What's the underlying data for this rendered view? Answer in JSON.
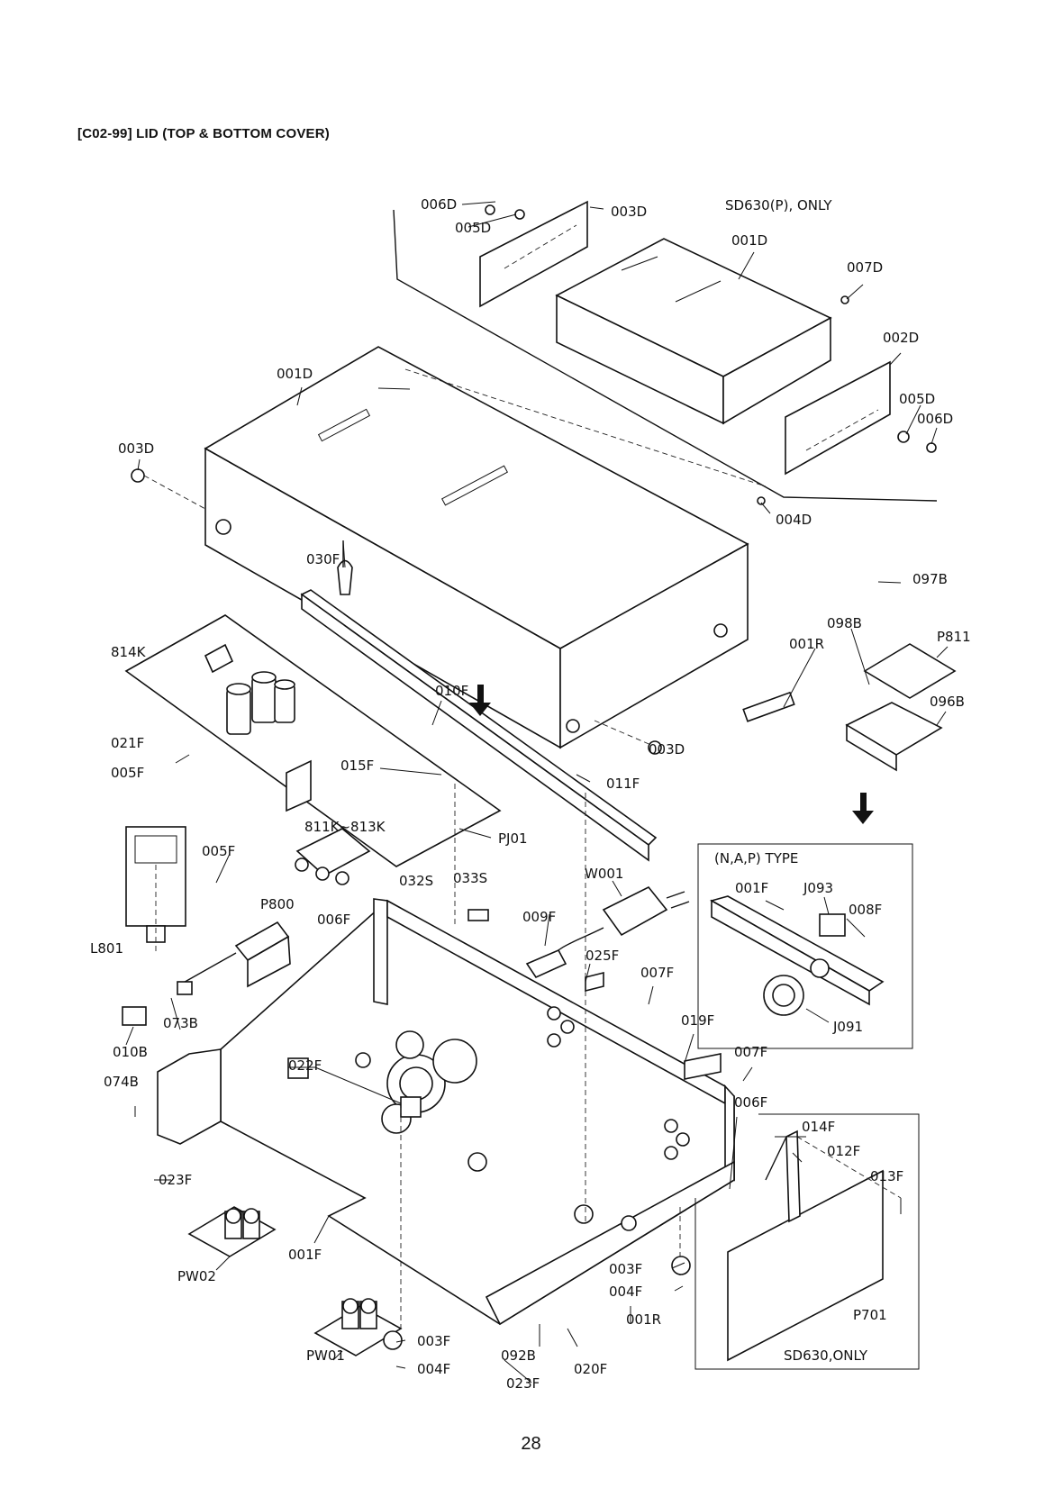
{
  "heading": "[C02-99] LID (TOP & BOTTOM COVER)",
  "page_number": "28",
  "notes": {
    "sd630p_only": "SD630(P), ONLY",
    "nap_type": "(N,A,P) TYPE",
    "sd630_only": "SD630,ONLY"
  },
  "labels": {
    "006D_a": "006D",
    "005D_a": "005D",
    "003D_a": "003D",
    "001D_a": "001D",
    "007D": "007D",
    "002D": "002D",
    "005D_b": "005D",
    "006D_b": "006D",
    "001D_b": "001D",
    "003D_b": "003D",
    "004D": "004D",
    "030F": "030F",
    "097B": "097B",
    "098B": "098B",
    "P811": "P811",
    "001R_a": "001R",
    "096B": "096B",
    "814K": "814K",
    "010F": "010F",
    "021F": "021F",
    "005F_a": "005F",
    "015F": "015F",
    "003D_c": "003D",
    "011F": "011F",
    "811K_813K": "811K~813K",
    "PJ01": "PJ01",
    "005F_b": "005F",
    "032S": "032S",
    "033S": "033S",
    "W001": "W001",
    "P800": "P800",
    "006F_a": "006F",
    "009F": "009F",
    "L801": "L801",
    "025F": "025F",
    "007F_a": "007F",
    "073B": "073B",
    "010B": "010B",
    "019F": "019F",
    "007F_b": "007F",
    "074B": "074B",
    "022F": "022F",
    "006F_b": "006F",
    "023F_a": "023F",
    "001F_a": "001F",
    "J093": "J093",
    "008F": "008F",
    "J091": "J091",
    "014F": "014F",
    "012F": "012F",
    "013F": "013F",
    "PW02": "PW02",
    "001F_b": "001F",
    "003F_a": "003F",
    "004F_a": "004F",
    "001R_b": "001R",
    "P701": "P701",
    "PW01": "PW01",
    "003F_b": "003F",
    "004F_b": "004F",
    "092B": "092B",
    "020F": "020F",
    "023F_b": "023F"
  }
}
